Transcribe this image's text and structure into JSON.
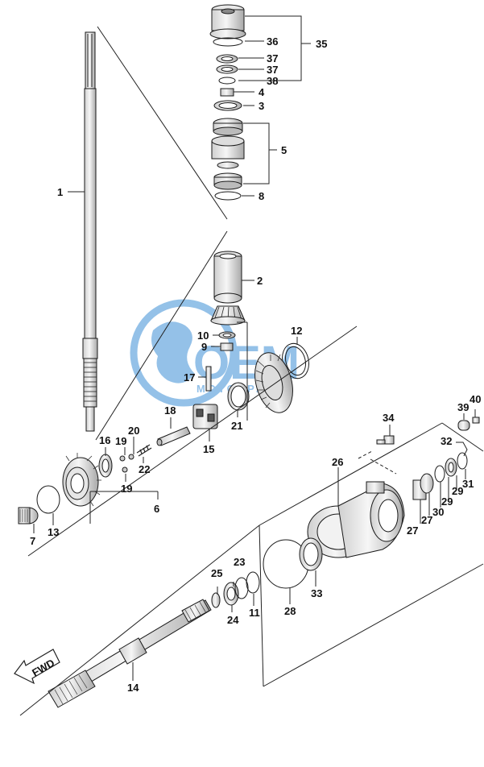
{
  "watermark": {
    "brand": "OEM",
    "tagline": "MOTORPARTS",
    "color": "#3d8fd6"
  },
  "direction_arrow": {
    "label": "FWD"
  },
  "part_labels": {
    "p1": "1",
    "p2": "2",
    "p3": "3",
    "p4": "4",
    "p5": "5",
    "p6": "6",
    "p7": "7",
    "p8": "8",
    "p9": "9",
    "p10": "10",
    "p11": "11",
    "p12": "12",
    "p13": "13",
    "p14": "14",
    "p15": "15",
    "p16": "16",
    "p17": "17",
    "p18": "18",
    "p19a": "19",
    "p19b": "19",
    "p20": "20",
    "p21": "21",
    "p22": "22",
    "p23": "23",
    "p24": "24",
    "p25": "25",
    "p26": "26",
    "p27a": "27",
    "p27b": "27",
    "p28": "28",
    "p29a": "29",
    "p29b": "29",
    "p30": "30",
    "p31": "31",
    "p32": "32",
    "p33": "33",
    "p34": "34",
    "p35": "35",
    "p36": "36",
    "p37a": "37",
    "p37b": "37",
    "p38": "38",
    "p39": "39",
    "p40": "40"
  }
}
